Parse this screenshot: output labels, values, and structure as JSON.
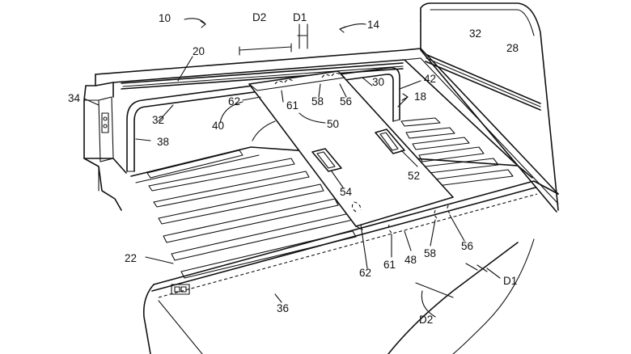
{
  "figure": {
    "reference_labels": {
      "n10": "10",
      "n14": "14",
      "d2_top": "D2",
      "d1_top": "D1",
      "n20": "20",
      "n32_left": "32",
      "n32_right": "32",
      "n28": "28",
      "n34": "34",
      "n62_top": "62",
      "n61_top": "61",
      "n58_top": "58",
      "n56_top": "56",
      "n30": "30",
      "n42": "42",
      "n18": "18",
      "n40": "40",
      "n50": "50",
      "n38": "38",
      "n52": "52",
      "n54": "54",
      "n22": "22",
      "n62_bottom": "62",
      "n61_bottom": "61",
      "n48": "48",
      "n58_bottom": "58",
      "n56_bottom": "56",
      "d1_bottom": "D1",
      "d2_bottom": "D2",
      "n36": "36"
    },
    "line_color": "#111111",
    "background_color": "#ffffff"
  }
}
